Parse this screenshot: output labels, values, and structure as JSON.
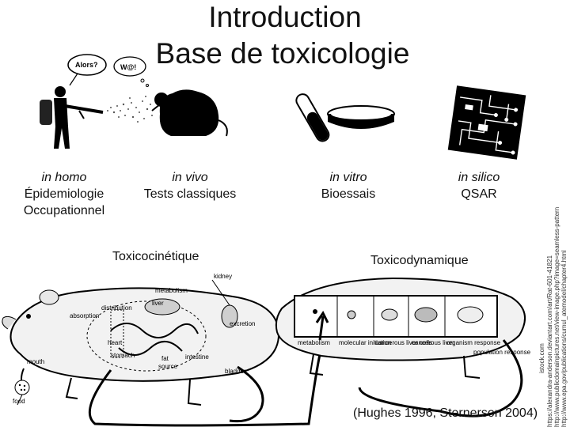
{
  "title": {
    "line1": "Introduction",
    "line2": "Base de toxicologie"
  },
  "bubbles": {
    "human": "Alors?",
    "mouse": "W@!"
  },
  "approaches": [
    {
      "name": "in homo",
      "sub1": "Épidemiologie",
      "sub2": "Occupationnel"
    },
    {
      "name": "in vivo",
      "sub1": "Tests classiques"
    },
    {
      "name": "in vitro",
      "sub1": "Bioessais"
    },
    {
      "name": "in silico",
      "sub1": "QSAR"
    }
  ],
  "toxicokinetics": {
    "label": "Toxicocinétique",
    "parts": [
      "metabolism",
      "kidney",
      "liver",
      "distribution",
      "absorption",
      "excretion",
      "heart",
      "mouth",
      "fat",
      "source",
      "stomach",
      "intestine",
      "bladder",
      "food"
    ]
  },
  "toxicodynamics": {
    "label": "Toxicodynamique",
    "stages": [
      "metabolism",
      "molecular initiation",
      "cancerous liver cells",
      "cancerous liver",
      "organism response",
      "population response"
    ]
  },
  "citation": "(Hughes 1996,  Sternerson 2004)",
  "credits": [
    "istock.com",
    "https://alexandra-anderson.deviantart.com/art/Rat-601-41821",
    "http://www.publicdomainpictures.net/view-image.php?image=seamless-pattern",
    "http://www.epa.gov/publications/cumul_atemodel/chapter4.html"
  ]
}
